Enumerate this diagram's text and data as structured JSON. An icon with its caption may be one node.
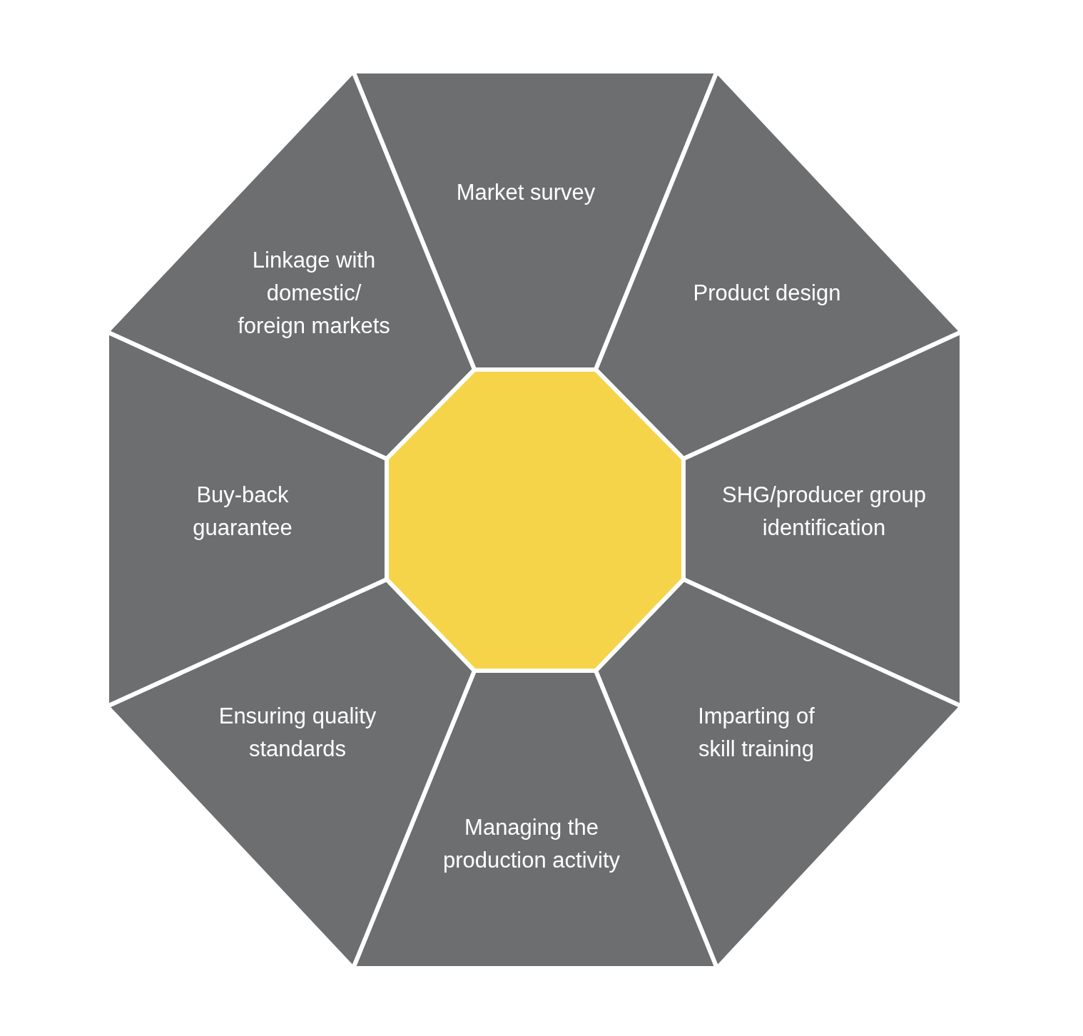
{
  "diagram": {
    "nodes": [
      {
        "text": [
          "Market survey"
        ]
      },
      {
        "text": [
          "Product design"
        ]
      },
      {
        "text": [
          "SHG/producer group identification"
        ]
      },
      {
        "text": [
          "Imparting of skill training"
        ]
      },
      {
        "text": [
          "Managing the production activity"
        ]
      },
      {
        "text": [
          "Ensuring quality standards"
        ]
      },
      {
        "text": [
          "Buy-back guarantee"
        ]
      },
      {
        "text": [
          "Linkage with domestic/ foreign markets"
        ]
      },
      {
        "text": [],
        "shape": "octagon"
      }
    ]
  }
}
